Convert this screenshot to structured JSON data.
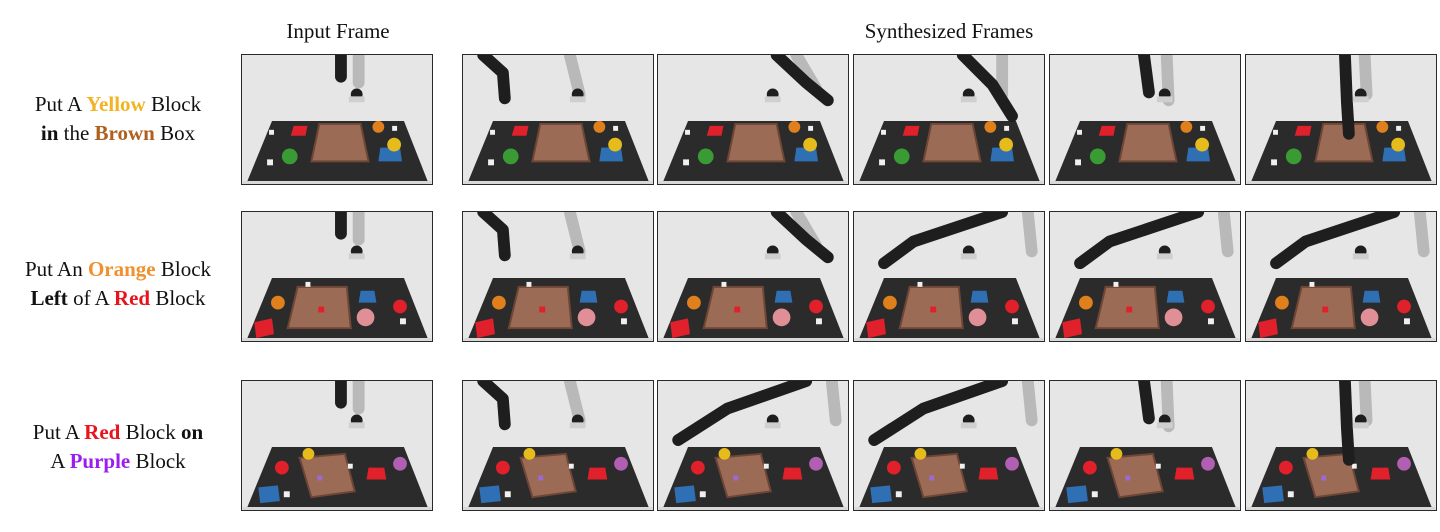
{
  "headers": {
    "input": "Input Frame",
    "synthesized": "Synthesized Frames"
  },
  "rows": [
    {
      "prompt": {
        "line1": [
          {
            "text": "Put A ",
            "bold": false,
            "color": "#111111"
          },
          {
            "text": "Yellow",
            "bold": true,
            "color": "#F2B422"
          },
          {
            "text": " Block",
            "bold": false,
            "color": "#111111"
          }
        ],
        "line2": [
          {
            "text": "in",
            "bold": true,
            "color": "#111111"
          },
          {
            "text": " the ",
            "bold": false,
            "color": "#111111"
          },
          {
            "text": "Brown",
            "bold": true,
            "color": "#B0601E"
          },
          {
            "text": " Box",
            "bold": false,
            "color": "#111111"
          }
        ]
      }
    },
    {
      "prompt": {
        "line1": [
          {
            "text": "Put An ",
            "bold": false,
            "color": "#111111"
          },
          {
            "text": "Orange",
            "bold": true,
            "color": "#F0902E"
          },
          {
            "text": " Block",
            "bold": false,
            "color": "#111111"
          }
        ],
        "line2": [
          {
            "text": "Left",
            "bold": true,
            "color": "#111111"
          },
          {
            "text": " of A ",
            "bold": false,
            "color": "#111111"
          },
          {
            "text": "Red",
            "bold": true,
            "color": "#E8141C"
          },
          {
            "text": " Block",
            "bold": false,
            "color": "#111111"
          }
        ]
      }
    },
    {
      "prompt": {
        "line1": [
          {
            "text": "Put A ",
            "bold": false,
            "color": "#111111"
          },
          {
            "text": "Red",
            "bold": true,
            "color": "#E8141C"
          },
          {
            "text": " Block ",
            "bold": false,
            "color": "#111111"
          },
          {
            "text": "on",
            "bold": true,
            "color": "#111111"
          }
        ],
        "line2": [
          {
            "text": "A ",
            "bold": false,
            "color": "#111111"
          },
          {
            "text": "Purple",
            "bold": true,
            "color": "#9B1EEF"
          },
          {
            "text": " Block",
            "bold": false,
            "color": "#111111"
          }
        ]
      }
    }
  ]
}
